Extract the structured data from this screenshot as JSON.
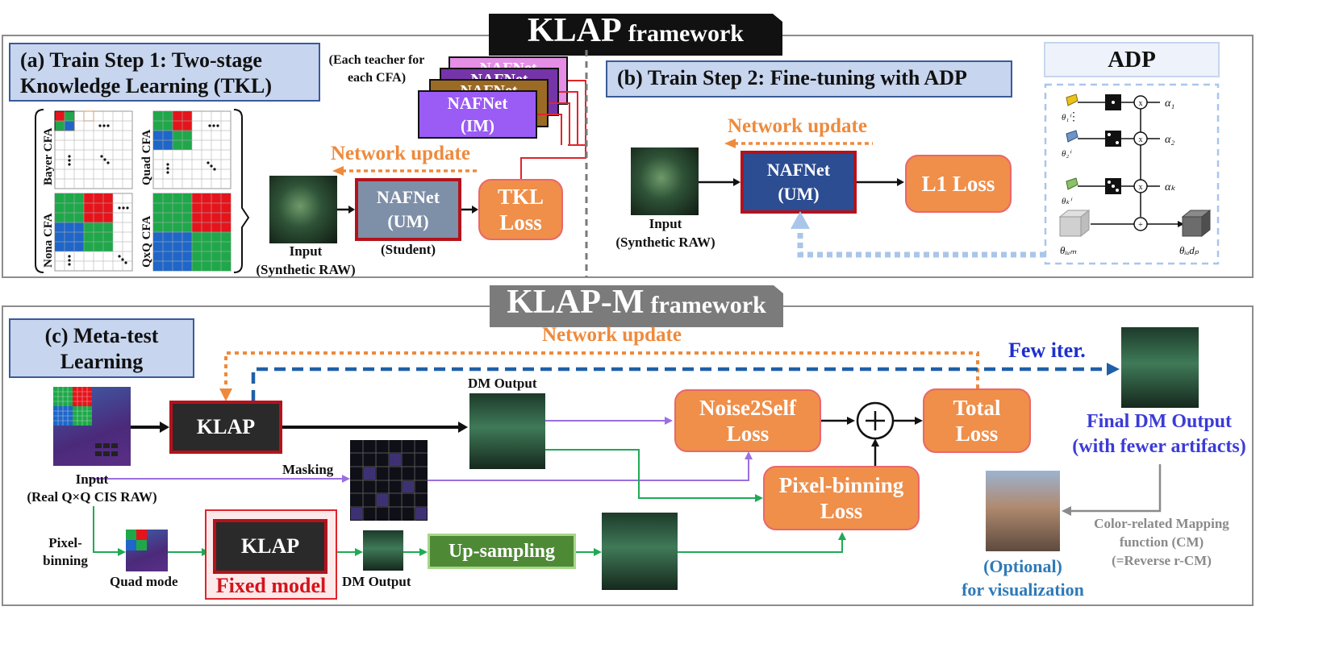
{
  "top": {
    "banner_main": "KLAP",
    "banner_sub": "framework",
    "step_a": "(a) Train Step 1: Two-stage Knowledge Learning (TKL)",
    "cfa_labels": [
      "Bayer CFA",
      "Quad CFA",
      "Nona CFA",
      "QxQ CFA"
    ],
    "teacher_note": "(Each teacher for each CFA)",
    "teacher_back_label": "NAFNet",
    "teacher_front": "NAFNet\n(IM)",
    "student_box": "NAFNet\n(UM)",
    "student_caption": "(Student)",
    "input_caption_a": "Input\n(Synthetic RAW)",
    "tkl_loss": "TKL\nLoss",
    "network_update_a": "Network update",
    "step_b": "(b) Train Step 2: Fine-tuning with ADP",
    "network_update_b": "Network update",
    "um_box_b": "NAFNet\n(UM)",
    "l1_loss": "L1 Loss",
    "input_caption_b": "Input\n(Synthetic RAW)",
    "adp_title": "ADP",
    "adp_theta_labels": [
      "θ₁ⁱ",
      "θ₂ⁱ",
      "θₖⁱ"
    ],
    "adp_alpha_labels": [
      "α₁",
      "α₂",
      "αₖ"
    ],
    "adp_um": "θᵢᵤₘ",
    "adp_adp": "θᵢₐdₚ"
  },
  "bottom": {
    "banner_main": "KLAP-M",
    "banner_sub": "framework",
    "step_c": "(c) Meta-test Learning",
    "network_update": "Network update",
    "few_iter": "Few iter.",
    "klap_main": "KLAP",
    "klap_fixed": "KLAP",
    "fixed_model": "Fixed model",
    "dm_output_top": "DM Output",
    "dm_output_bottom": "DM Output",
    "masking": "Masking",
    "input_caption": "Input\n(Real Q×Q CIS RAW)",
    "pixel_binning": "Pixel-\nbinning",
    "quad_mode": "Quad mode",
    "upsampling": "Up-sampling",
    "noise2self": "Noise2Self\nLoss",
    "pixel_binning_loss": "Pixel-binning\nLoss",
    "total_loss": "Total\nLoss",
    "final_output": "Final DM Output\n(with fewer artifacts)",
    "optional": "(Optional)\nfor visualization",
    "cm_note": "Color-related Mapping\nfunction (CM)\n(=Reverse r-CM)"
  },
  "colors": {
    "orange_box": "#ef8f4a",
    "update_dotted": "#ee8a3c",
    "few_iter_blue": "#1f5fa8",
    "masking_purple": "#9b6fe0",
    "green_flow": "#1faa55",
    "klap_red": "#b4121b",
    "student_gray": "#7e8fa8",
    "um_navy": "#2c4d92",
    "teacher_purple": "#9a5cf4",
    "final_text_blue": "#3b3bd8",
    "optional_blue": "#2f7ab8"
  }
}
